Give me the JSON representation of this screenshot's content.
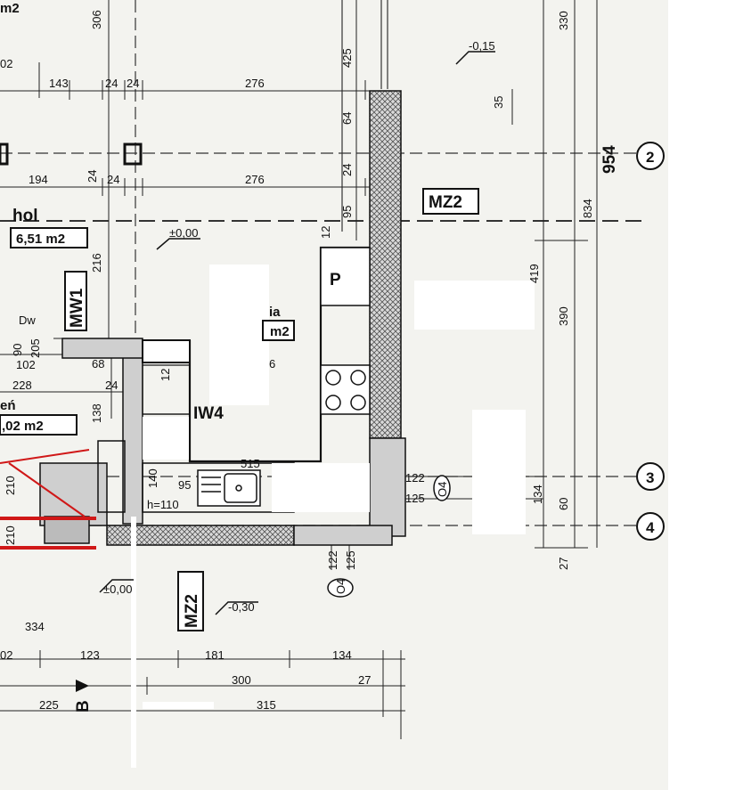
{
  "plan": {
    "rooms": {
      "hall_name": "hol",
      "hall_area": "6,51 m2",
      "kitchen_name_fragment": "ia",
      "kitchen_area_fragment": "m2",
      "room_left_fragment": "eń",
      "room_left_area": ",02 m2",
      "top_area_fragment": "m2"
    },
    "walls": {
      "mz2_right": "MZ2",
      "mz2_bottom": "MZ2",
      "mw1": "MW1",
      "iw4": "IW4",
      "dw": "Dw",
      "fridge": "P"
    },
    "windows": {
      "o4_right": "O4",
      "o4_bottom": "O4",
      "o4_right_top": "122",
      "o4_right_bottom": "125",
      "o4_bottom_left": "122",
      "o4_bottom_right": "125"
    },
    "axes": {
      "axis_2": "2",
      "axis_3": "3",
      "axis_4": "4",
      "section_b": "B"
    },
    "levels": {
      "level_hall": "±0,00",
      "level_bottom": "±0,00",
      "level_bottom_right": "-0,30",
      "level_top_right": "-0,15"
    },
    "dimensions": {
      "d143": "143",
      "d24a": "24",
      "d24b": "24",
      "d276a": "276",
      "d194": "194",
      "d24c": "24",
      "d24d": "24",
      "d276b": "276",
      "d02a": "02",
      "d306": "306",
      "d425": "425",
      "d64": "64",
      "d24e": "24",
      "d95v": "95",
      "d12v": "12",
      "d35": "35",
      "d330": "330",
      "d954": "954",
      "d834": "834",
      "d419": "419",
      "d390": "390",
      "d134v": "134",
      "d60": "60",
      "d27v": "27",
      "d216": "216",
      "d90": "90",
      "d205": "205",
      "d102": "102",
      "d68": "68",
      "d6": "6",
      "d228": "228",
      "d24f": "24",
      "d138": "138",
      "d12": "12",
      "d95": "95",
      "d110": "h=110",
      "d515": "515",
      "d140": "140",
      "d210a": "210",
      "d210b": "210",
      "d334": "334",
      "d02b": "02",
      "d123": "123",
      "d181": "181",
      "d134h": "134",
      "d300": "300",
      "d27h": "27",
      "d225": "225",
      "d315": "315"
    }
  }
}
